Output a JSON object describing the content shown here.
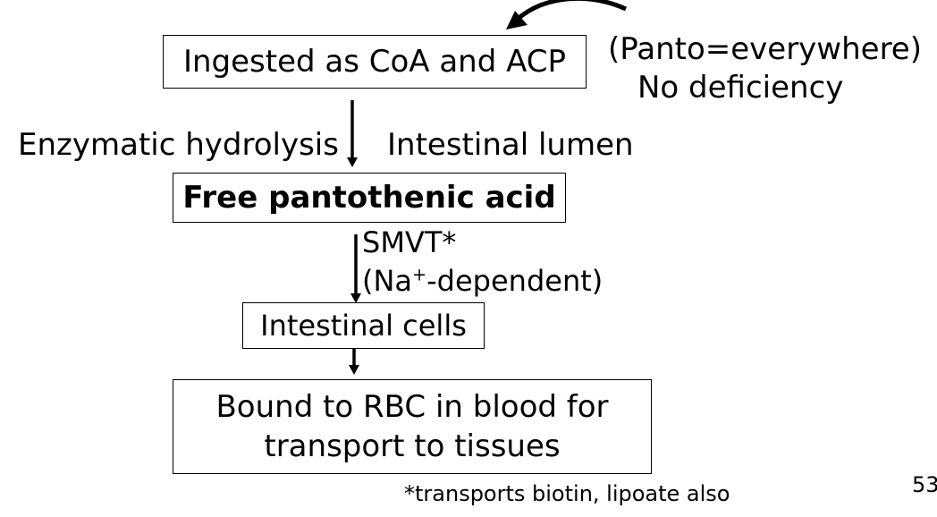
{
  "nodes": {
    "ingested": "Ingested as CoA and ACP",
    "free_acid": "Free pantothenic acid",
    "intestinal_cells": "Intestinal cells",
    "bound_line1": "Bound to RBC in blood for",
    "bound_line2": "transport to tissues"
  },
  "annotations": {
    "panto": "(Panto=everywhere)",
    "no_deficiency": "No deficiency",
    "hydrolysis": "Enzymatic hydrolysis",
    "lumen": "Intestinal lumen",
    "smvt": "SMVT*",
    "na_open": "(Na",
    "na_sup": "+",
    "na_close": "-dependent)",
    "footnote": "*transports biotin, lipoate also"
  },
  "slide_number": "53"
}
